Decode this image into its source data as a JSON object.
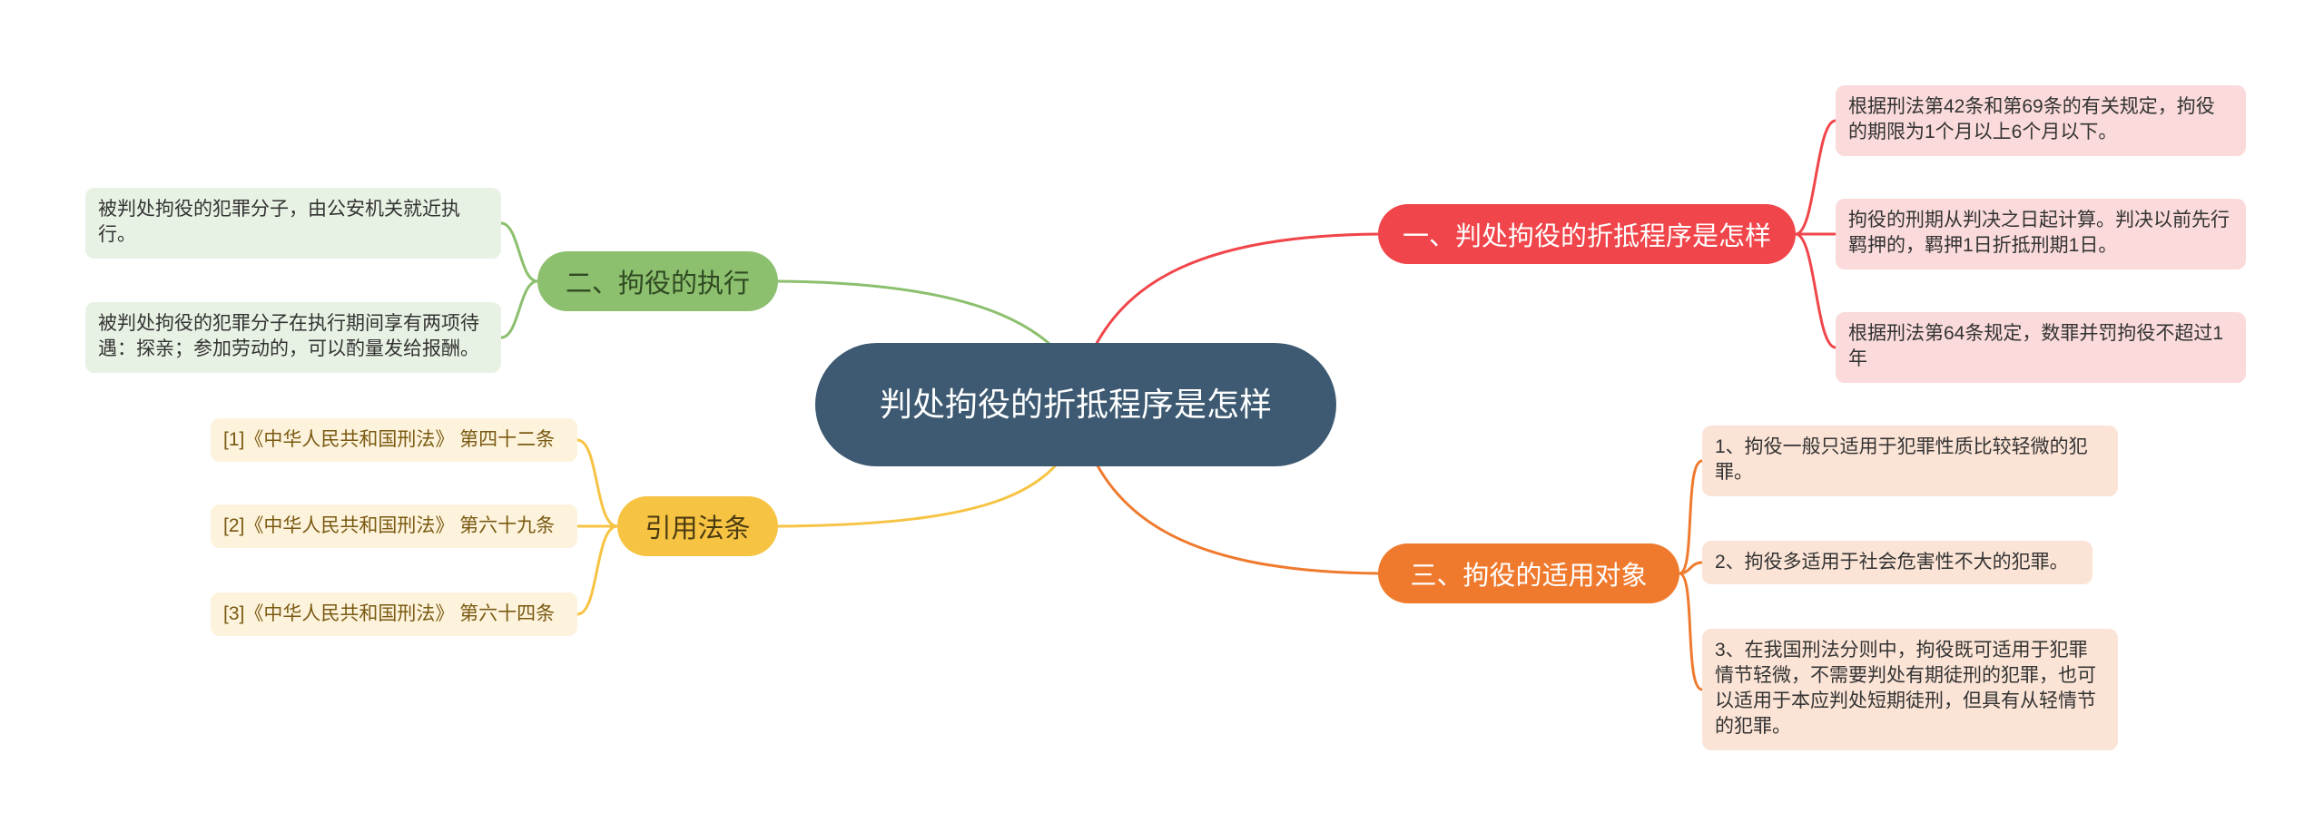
{
  "root": {
    "label": "判处拘役的折抵程序是怎样"
  },
  "branches": {
    "b1": {
      "label": "一、判处拘役的折抵程序是怎样",
      "color": "#f0454a",
      "leaves": [
        "根据刑法第42条和第69条的有关规定，拘役的期限为1个月以上6个月以下。",
        "拘役的刑期从判决之日起计算。判决以前先行羁押的，羁押1日折抵刑期1日。",
        "根据刑法第64条规定，数罪并罚拘役不超过1年"
      ]
    },
    "b2": {
      "label": "二、拘役的执行",
      "color": "#8cbf6e",
      "leaves": [
        "被判处拘役的犯罪分子，由公安机关就近执行。",
        "被判处拘役的犯罪分子在执行期间享有两项待遇：探亲；参加劳动的，可以酌量发给报酬。"
      ]
    },
    "b3": {
      "label": "三、拘役的适用对象",
      "color": "#ef7a2e",
      "leaves": [
        "1、拘役一般只适用于犯罪性质比较轻微的犯罪。",
        "2、拘役多适用于社会危害性不大的犯罪。",
        "3、在我国刑法分则中，拘役既可适用于犯罪情节轻微，不需要判处有期徒刑的犯罪，也可以适用于本应判处短期徒刑，但具有从轻情节的犯罪。"
      ]
    },
    "b4": {
      "label": "引用法条",
      "color": "#f7c343",
      "leaves": [
        "[1]《中华人民共和国刑法》 第四十二条",
        "[2]《中华人民共和国刑法》 第六十九条",
        "[3]《中华人民共和国刑法》 第六十四条"
      ]
    }
  },
  "colors": {
    "root": "#3d5a72",
    "leaf_red": "#fadada",
    "leaf_orange": "#fbe4d6",
    "leaf_green": "#e8f2e4",
    "leaf_yellow": "#fdf3dc"
  }
}
